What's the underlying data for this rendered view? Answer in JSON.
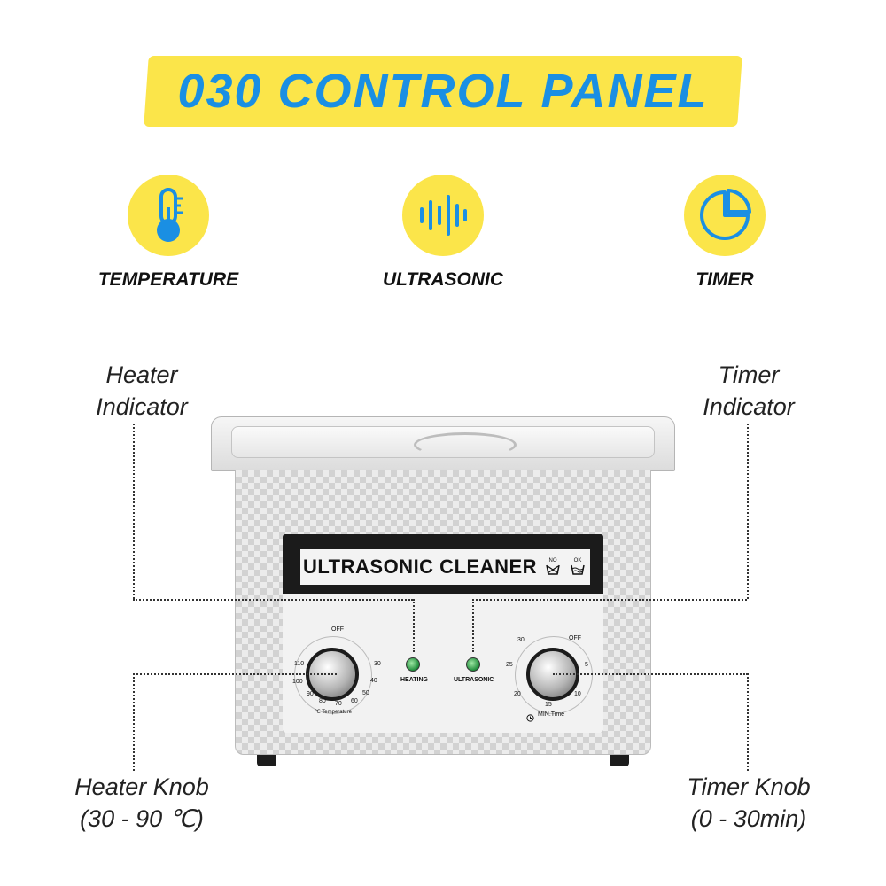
{
  "banner": {
    "title": "030 CONTROL PANEL"
  },
  "features": [
    {
      "label": "TEMPERATURE",
      "icon": "thermometer-icon"
    },
    {
      "label": "ULTRASONIC",
      "icon": "soundwave-icon"
    },
    {
      "label": "TIMER",
      "icon": "timer-pie-icon"
    }
  ],
  "callouts": {
    "heater_indicator": [
      "Heater",
      "Indicator"
    ],
    "timer_indicator": [
      "Timer",
      "Indicator"
    ],
    "heater_knob": [
      "Heater Knob",
      "(30 - 90 ℃)"
    ],
    "timer_knob": [
      "Timer Knob",
      "(0 - 30min)"
    ]
  },
  "panel": {
    "title": "ULTRASONIC CLEANER",
    "water_icons": [
      "NO",
      "OK"
    ],
    "heating_label": "HEATING",
    "ultrasonic_label": "ULTRASONIC",
    "heater_dial": {
      "off": "OFF",
      "ticks": [
        "110",
        "100",
        "90",
        "80",
        "70",
        "60",
        "50",
        "40",
        "30"
      ],
      "unit_label": "℃ Temperature"
    },
    "timer_dial": {
      "off": "OFF",
      "ticks": [
        "30",
        "25",
        "20",
        "15",
        "10",
        "5"
      ],
      "unit_label": "MIN.Time"
    }
  },
  "colors": {
    "banner_bg": "#fbe54a",
    "banner_text": "#1a8fe3",
    "icon_blue": "#1a8fe3",
    "led_green": "#1e8b3a"
  }
}
